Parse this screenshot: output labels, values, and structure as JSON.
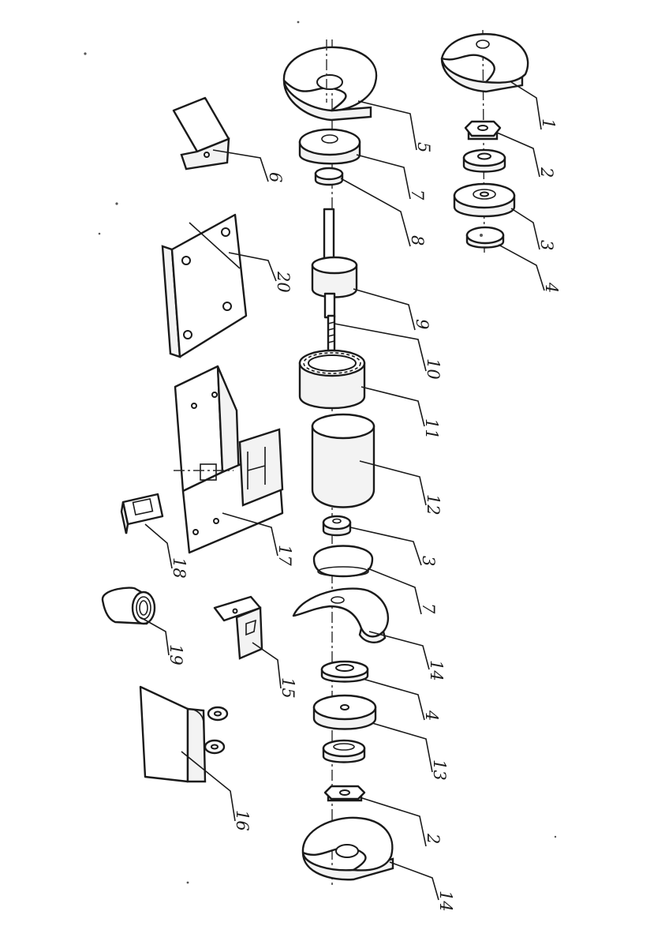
{
  "diagram": {
    "type": "exploded-assembly",
    "labels": {
      "p1": "1",
      "p2a": "2",
      "p3": "3",
      "p4a": "4",
      "p5": "5",
      "p6": "6",
      "p7a": "7",
      "p8": "8",
      "p9": "9",
      "p10": "10",
      "p11": "11",
      "p12": "12",
      "p3b": "3",
      "p7b": "7",
      "p14a": "14",
      "p4b": "4",
      "p13": "13",
      "p2b": "2",
      "p14b": "14",
      "p15": "15",
      "p16": "16",
      "p17": "17",
      "p18": "18",
      "p19": "19",
      "p20": "20"
    }
  }
}
